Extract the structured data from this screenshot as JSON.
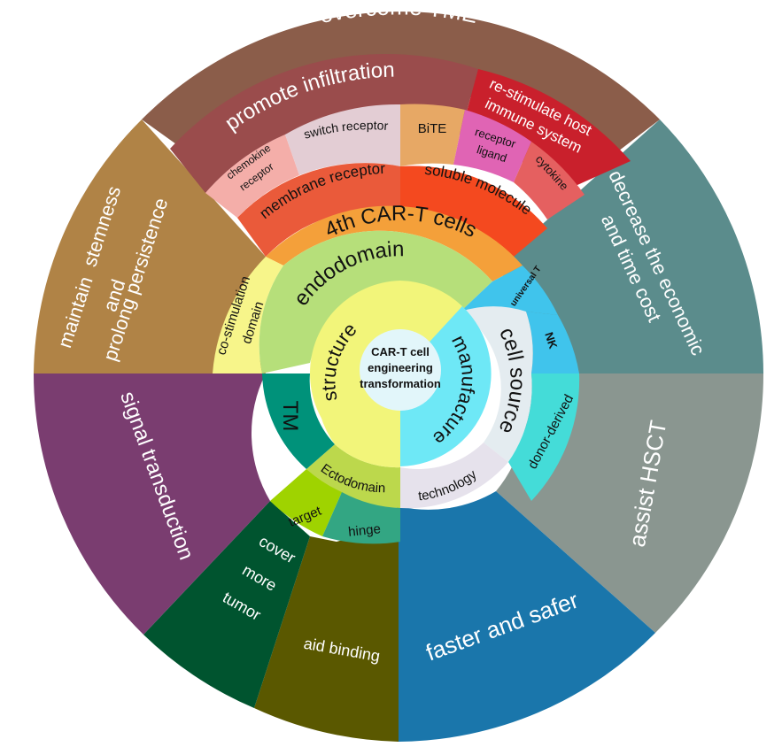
{
  "center": {
    "line1": "CAR-T cell",
    "line2": "engineering",
    "line3": "transformation"
  },
  "ring1": {
    "structure": "structure",
    "manufacture": "manufacture"
  },
  "ring2": {
    "endodomain": "endodomain",
    "cell_source": "cell source",
    "tm": "TM",
    "ectodomain": "Ectodomain",
    "technology": "technology"
  },
  "ring3": {
    "co_stim_1": "co-stimulation",
    "co_stim_2": "domain",
    "fourth_car_t": "4th CAR-T cells",
    "universal_t": "universal T",
    "nk": "NK",
    "donor_derived": "donor-derived",
    "target": "target",
    "hinge": "hinge"
  },
  "ring4": {
    "membrane_receptor": "membrane receptor",
    "soluble_molecule": "soluble molecule",
    "chemokine_1": "chemokine",
    "chemokine_2": "receptor",
    "switch_receptor": "switch receptor",
    "bite": "BiTE",
    "receptor_ligand_1": "receptor",
    "receptor_ligand_2": "ligand",
    "cytokine": "cytokine"
  },
  "ring5": {
    "promote_infiltration": "promote infiltration",
    "restimulate_1": "re-stimulate host",
    "restimulate_2": "immune system"
  },
  "outer": {
    "overcome_tme": "overcome TME",
    "decrease_1": "decrease the economic",
    "decrease_2": "and time cost",
    "assist_hsct": "assist  HSCT",
    "faster_safer": "faster and safer",
    "aid_binding": "aid binding",
    "cover": "cover",
    "more": "more",
    "tumor": "tumor",
    "signal_transduction": "signal transduction",
    "maintain": "maintain",
    "stemness": "stemness",
    "and": "and",
    "prolong": "prolong persistence"
  },
  "colors": {
    "overcome_tme": "#8b5d4a",
    "decrease_cost": "#5b8c8c",
    "assist_hsct": "#8a9690",
    "faster_safer": "#1a76ab",
    "aid_binding": "#5a5800",
    "cover_tumor": "#00542f",
    "signal_transduction": "#7a3d70",
    "maintain_stemness": "#b08346",
    "promote_infiltration": "#9a4c4c",
    "restimulate": "#c9202c",
    "switch_receptor": "#e3cdd4",
    "bite": "#e7a865",
    "chemokine": "#f4aea9",
    "receptor_ligand": "#e064b4",
    "cytokine": "#e56060",
    "membrane_receptor": "#ea5a3a",
    "soluble_molecule": "#f4491f",
    "fourth_car_t": "#f4a03a",
    "endodomain": "#b6df7a",
    "co_stimulation": "#f7f58a",
    "universal_t": "#40c4ec",
    "nk": "#40c4ec",
    "donor_derived": "#44dcd8",
    "cell_source": "#e4ecf0",
    "tm": "#00927a",
    "ectodomain": "#bcd84c",
    "technology": "#e6e2ec",
    "target": "#9fd300",
    "hinge": "#33a683",
    "structure": "#f2f57a",
    "manufacture": "#6ee8f6",
    "center": "#e2f6fa"
  }
}
